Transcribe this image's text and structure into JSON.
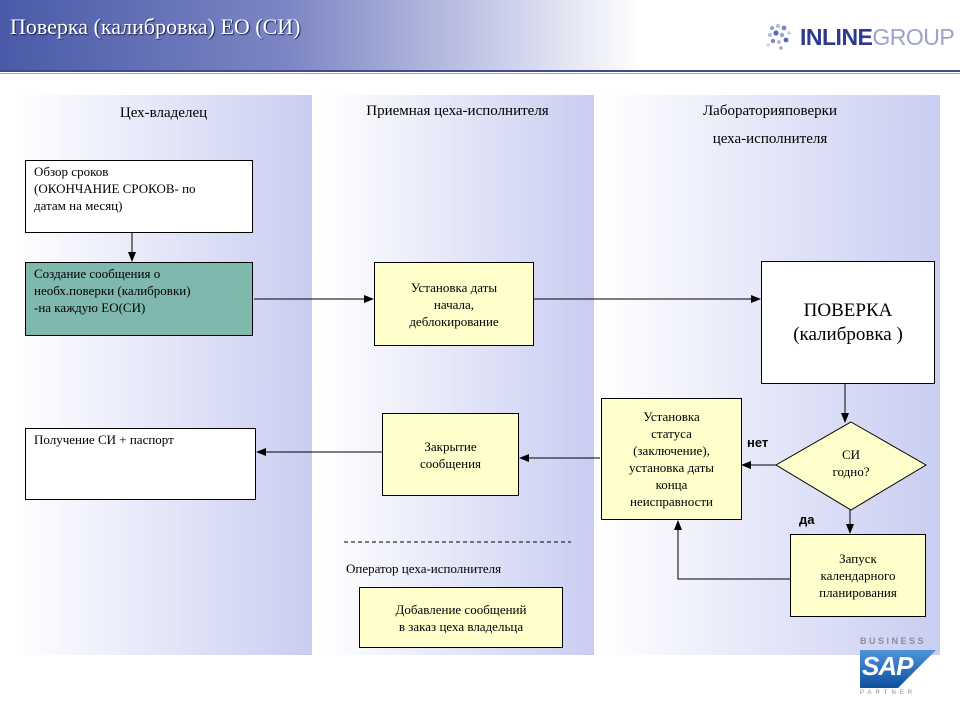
{
  "header": {
    "title": "Поверка (калибровка) ЕО (СИ)",
    "logo_bold": "INLINE",
    "logo_light": "GROUP"
  },
  "lanes": {
    "owner": "Цех-владелец",
    "reception": "Приемная цеха-исполнителя",
    "lab_line1": "Лабораторияповерки",
    "lab_line2": "цеха-исполнителя"
  },
  "boxes": {
    "review_line1": "Обзор сроков",
    "review_line2": "(ОКОНЧАНИЕ   СРОКОВ- по",
    "review_line3": "датам на месяц)",
    "create_line1": "Создание сообщения о",
    "create_line2": "необх.поверки (калибровки)",
    "create_line3": "-на каждую ЕО(СИ)",
    "receive": "Получение СИ + паспорт",
    "set_date_line1": "Установка даты",
    "set_date_line2": "начала,",
    "set_date_line3": "деблокирование",
    "close_line1": "Закрытие",
    "close_line2": "сообщения",
    "add_line1": "Добавление сообщений",
    "add_line2": "в заказ цеха владельца",
    "verify_line1": "ПОВЕРКА",
    "verify_line2": "(калибровка )",
    "status_line1": "Установка",
    "status_line2": "статуса",
    "status_line3": "(заключение),",
    "status_line4": "установка даты",
    "status_line5": "конца",
    "status_line6": "неисправности",
    "decision_line1": "СИ",
    "decision_line2": "годно?",
    "schedule_line1": "Запуск",
    "schedule_line2": "календарного",
    "schedule_line3": "планирования"
  },
  "labels": {
    "no": "нет",
    "yes": "да",
    "operator": "Оператор цеха-исполнителя"
  },
  "badge": {
    "top": "BUSINESS",
    "middle": "SAP",
    "bottom": "PARTNER"
  },
  "colors": {
    "header_blue": "#4a5aa8",
    "lane_fill": "#c9cdf1",
    "teal_box": "#7fb8ad",
    "yellow_box": "#ffffcc",
    "logo_navy": "#2e3a8c",
    "sap_blue": "#1a63b3"
  }
}
